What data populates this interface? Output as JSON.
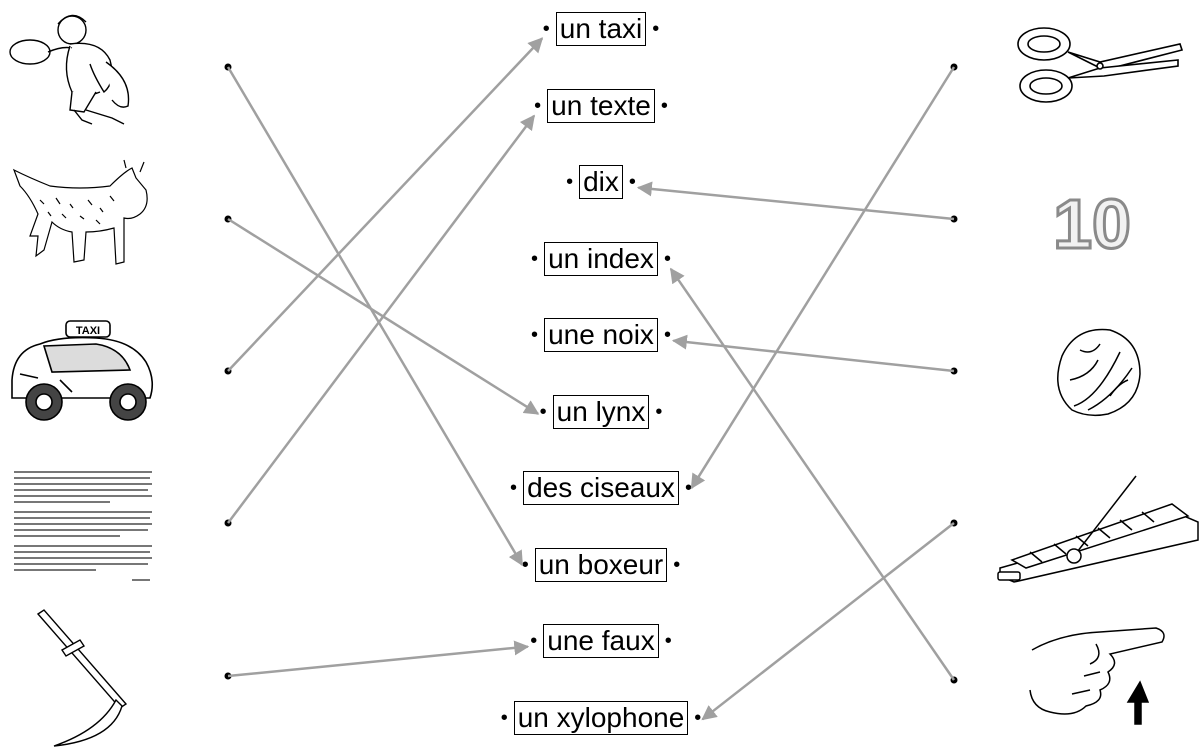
{
  "exercise": {
    "words": [
      "un taxi",
      "un texte",
      "dix",
      "un index",
      "une noix",
      "un lynx",
      "des ciseaux",
      "un boxeur",
      "une faux",
      "un xylophone"
    ],
    "left_pictures": [
      "boxer-image",
      "lynx-image",
      "taxi-image",
      "text-document-image",
      "scythe-image"
    ],
    "left_picture_labels": [
      "TAXI"
    ],
    "right_pictures": [
      "scissors-image",
      "number-ten-image",
      "walnut-image",
      "xylophone-image",
      "pointing-index-finger-image"
    ],
    "right_number": "10",
    "connections": [
      {
        "from": "left-0",
        "to": "word-7"
      },
      {
        "from": "left-1",
        "to": "word-5"
      },
      {
        "from": "left-2",
        "to": "word-0"
      },
      {
        "from": "left-3",
        "to": "word-1"
      },
      {
        "from": "left-4",
        "to": "word-8"
      },
      {
        "from": "right-0",
        "to": "word-6"
      },
      {
        "from": "right-1",
        "to": "word-2"
      },
      {
        "from": "right-2",
        "to": "word-4"
      },
      {
        "from": "right-3",
        "to": "word-9"
      },
      {
        "from": "right-4",
        "to": "word-3"
      }
    ],
    "colors": {
      "line": "#a0a0a0",
      "ink": "#000000"
    }
  }
}
